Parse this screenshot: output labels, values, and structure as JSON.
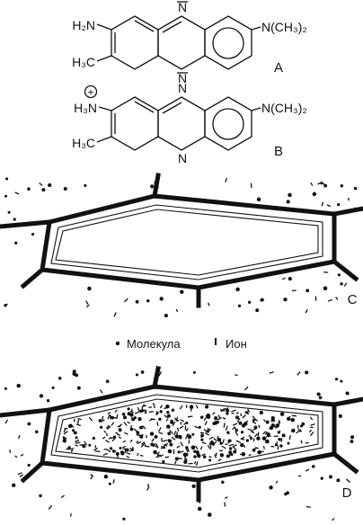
{
  "molecules": {
    "A": {
      "label": "A",
      "amino_group": "H₂N",
      "methyl_group": "H₃C",
      "dimethylamino_group": "N(CH₃)₂",
      "ring_nitrogen_top": "N",
      "ring_nitrogen_bottom": "N",
      "charge": ""
    },
    "B": {
      "label": "B",
      "amino_group": "H₃N",
      "methyl_group": "H₃C",
      "dimethylamino_group": "N(CH₃)₂",
      "ring_nitrogen_top": "N",
      "ring_nitrogen_bottom": "N",
      "charge": "+"
    }
  },
  "cells": {
    "C": {
      "label": "C",
      "state": "empty vacuole"
    },
    "D": {
      "label": "D",
      "state": "vacuole filled with molecules and ions"
    }
  },
  "legend": {
    "molecule_label": "Молекула",
    "ion_label": "Ион"
  }
}
